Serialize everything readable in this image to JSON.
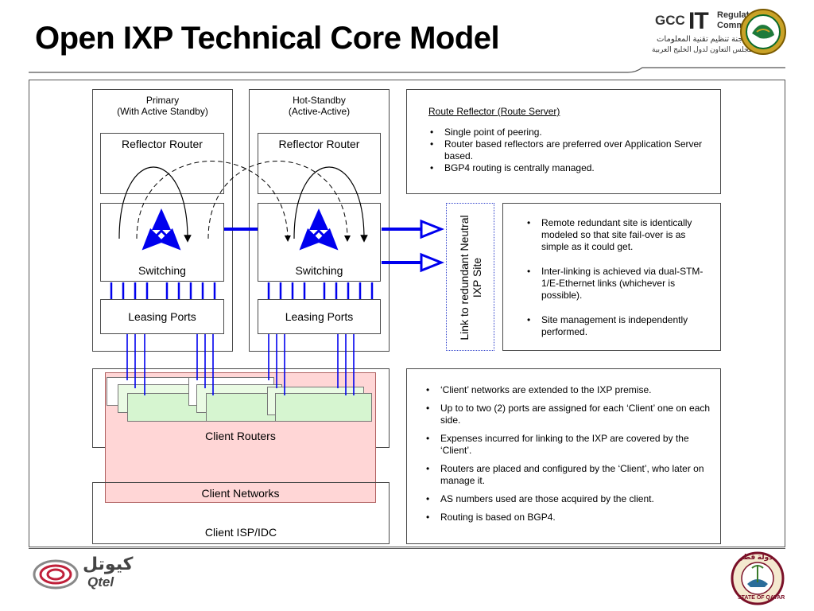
{
  "title": "Open IXP Technical Core Model",
  "header_logo": {
    "gcc": "GCC",
    "it": "IT",
    "line1": "Regulatory",
    "line2": "Committee",
    "arabic1": "لجنة تنظيم تقنية المعلومات",
    "arabic2": "مجلس التعاون لدول الخليج العربية"
  },
  "primary": {
    "line1": "Primary",
    "line2": "(With Active Standby)"
  },
  "standby": {
    "line1": "Hot-Standby",
    "line2": "(Active-Active)"
  },
  "reflector_router": "Reflector Router",
  "switching": "Switching",
  "leasing_ports": "Leasing Ports",
  "client_routers": "Client Routers",
  "client_networks": "Client Networks",
  "client_isp": "Client ISP/IDC",
  "link_label_line1": "Link to redundant Neutral",
  "link_label_line2": "IXP Site",
  "route_reflector": {
    "heading": "Route Reflector (Route Server)",
    "bullets": [
      "Single point of peering.",
      "Router based reflectors are preferred over Application Server based.",
      "BGP4 routing is centrally managed."
    ]
  },
  "redundant_site": {
    "bullets": [
      "Remote redundant site is identically modeled so that site fail-over is as simple as it could get.",
      "Inter-linking is achieved via dual-STM-1/E-Ethernet links (whichever is possible).",
      "Site management is independently performed."
    ]
  },
  "client_notes": {
    "bullets": [
      "‘Client’ networks are extended to the IXP premise.",
      "Up to to two (2) ports are assigned for each ‘Client’ one on each side.",
      "Expenses incurred for linking to the IXP are covered by the ‘Client’.",
      "Routers are placed and configured by the ‘Client’, who later on manage it.",
      "AS numbers used are those acquired by the client.",
      "Routing is based on BGP4."
    ]
  },
  "footer_logo_left": {
    "arabic": "كيوتل",
    "latin": "Qtel"
  },
  "footer_logo_right": {
    "top": "دولة قطر",
    "bottom": "STATE OF QATAR"
  },
  "colors": {
    "blue": "#0000ee",
    "red_fill": "#ffd6d6",
    "green_fill": "#d6f5d0",
    "link_border": "#3344cc"
  }
}
